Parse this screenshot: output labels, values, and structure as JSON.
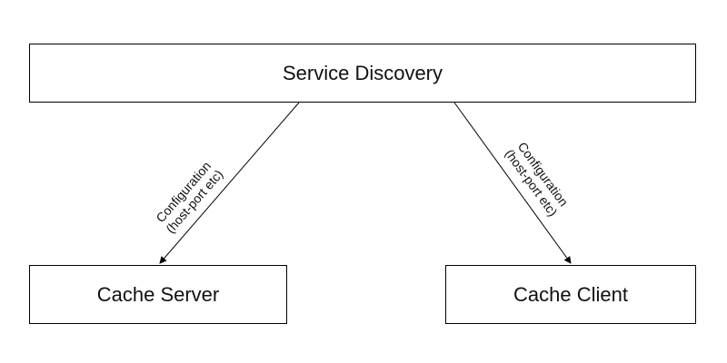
{
  "nodes": {
    "service_discovery": {
      "label": "Service Discovery"
    },
    "cache_server": {
      "label": "Cache Server"
    },
    "cache_client": {
      "label": "Cache Client"
    }
  },
  "edges": {
    "to_server": {
      "line1": "Configuration",
      "line2": "(host-port etc)"
    },
    "to_client": {
      "line1": "Configuration",
      "line2": "(host-port etc)"
    }
  },
  "colors": {
    "stroke": "#000000",
    "text": "#111111",
    "background": "#ffffff"
  }
}
